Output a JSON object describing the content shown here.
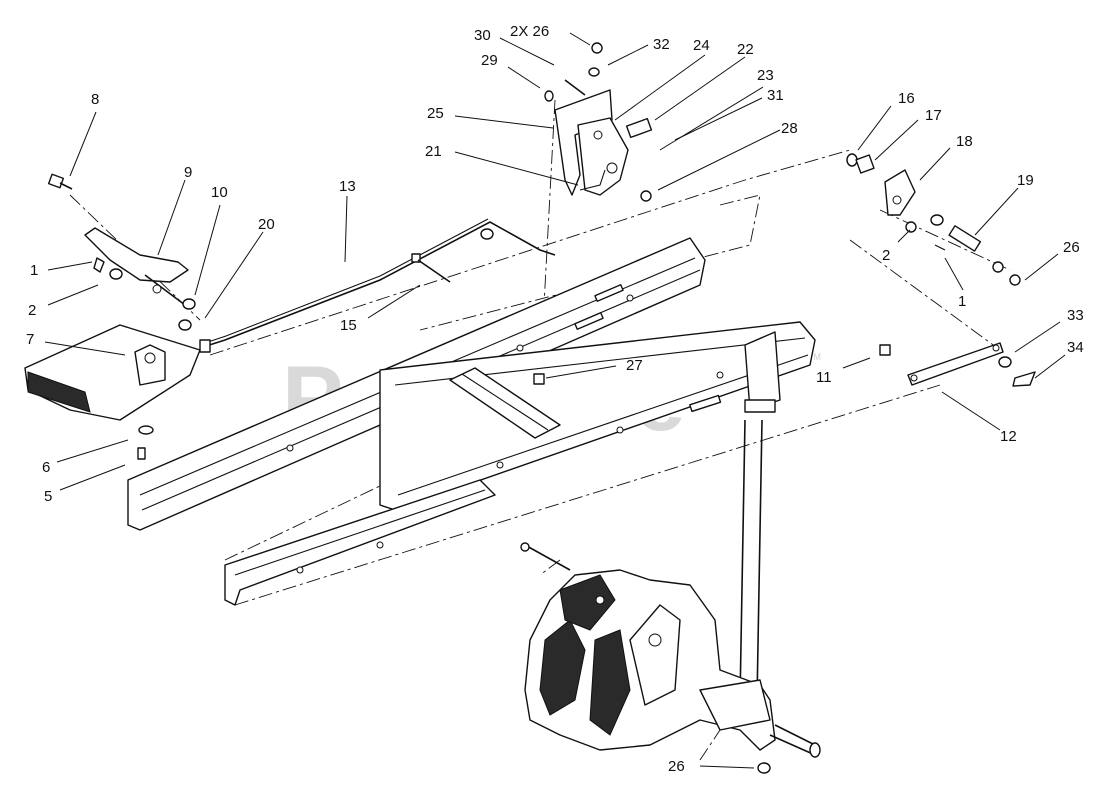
{
  "watermark": {
    "text": "PartsTree",
    "trademark": "TM"
  },
  "callouts": {
    "c1a": "1",
    "c1b": "1",
    "c2a": "2",
    "c2b": "2",
    "c5": "5",
    "c6": "6",
    "c7": "7",
    "c8": "8",
    "c9": "9",
    "c10": "10",
    "c11": "11",
    "c12": "12",
    "c13": "13",
    "c15": "15",
    "c16": "16",
    "c17": "17",
    "c18": "18",
    "c19": "19",
    "c20": "20",
    "c21": "21",
    "c22": "22",
    "c23": "23",
    "c24": "24",
    "c25": "25",
    "c26a": "2X 26",
    "c26b": "26",
    "c26c": "26",
    "c27": "27",
    "c28": "28",
    "c29": "29",
    "c30": "30",
    "c31": "31",
    "c32": "32",
    "c33": "33",
    "c34": "34"
  }
}
